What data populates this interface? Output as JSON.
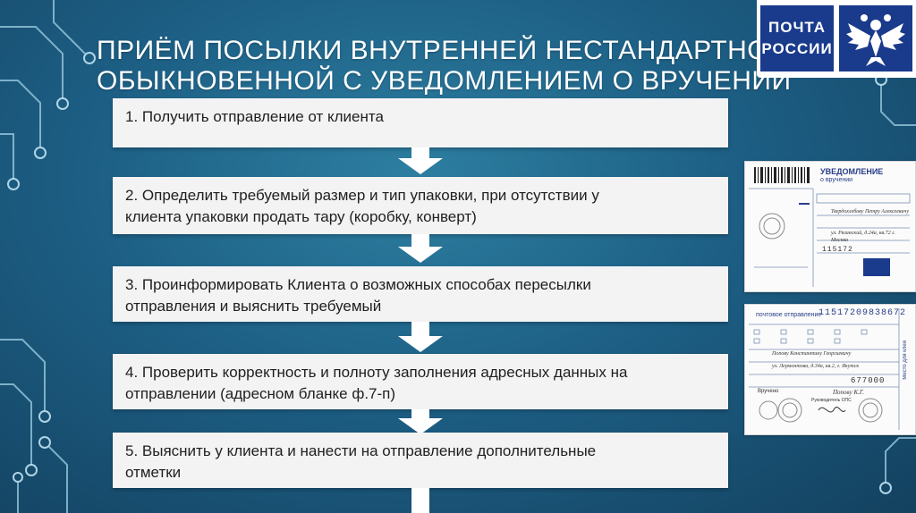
{
  "title": {
    "line1": "Приём посылки внутренней нестандартной",
    "line2": "обыкновенной с уведомлением о вручении"
  },
  "logo": {
    "line1": "ПОЧТА",
    "line2": "РОССИИ"
  },
  "steps": [
    {
      "line1": "1. Получить отправление от клиента",
      "line2": ""
    },
    {
      "line1": "2. Определить требуемый размер и тип упаковки, при отсутствии у",
      "line2": "клиента упаковки продать тару (коробку, конверт)"
    },
    {
      "line1": "3. Проинформировать Клиента о возможных способах пересылки",
      "line2": "отправления и выяснить требуемый"
    },
    {
      "line1": "4. Проверить корректность и полноту заполнения адресных данных на",
      "line2": "отправлении (адресном бланке ф.7-п)"
    },
    {
      "line1": "5. Выяснить у клиента и нанести на отправление дополнительные",
      "line2": "отметки"
    }
  ],
  "form1": {
    "heading": "УВЕДОМЛЕНИЕ",
    "subheading": "о вручении",
    "name_value": "Твердохлебову Петру Алексеевичу",
    "address_value": "ул. Рязанский, д.24а, кв.72 г. Москва",
    "index_value": "115172"
  },
  "form2": {
    "heading": "почтовое отправление",
    "barcode_value": "11517209838672",
    "name_value": "Попову Константину Георгиевичу",
    "address_value": "ул. Лермонтова, д.34а, кв.2, г. Якутск",
    "index_value": "677000",
    "delivered_label": "Вручено",
    "delivered_value": "Попову К.Г.",
    "head_label": "Руководитель ОПС",
    "side_label": "Место для клея"
  }
}
